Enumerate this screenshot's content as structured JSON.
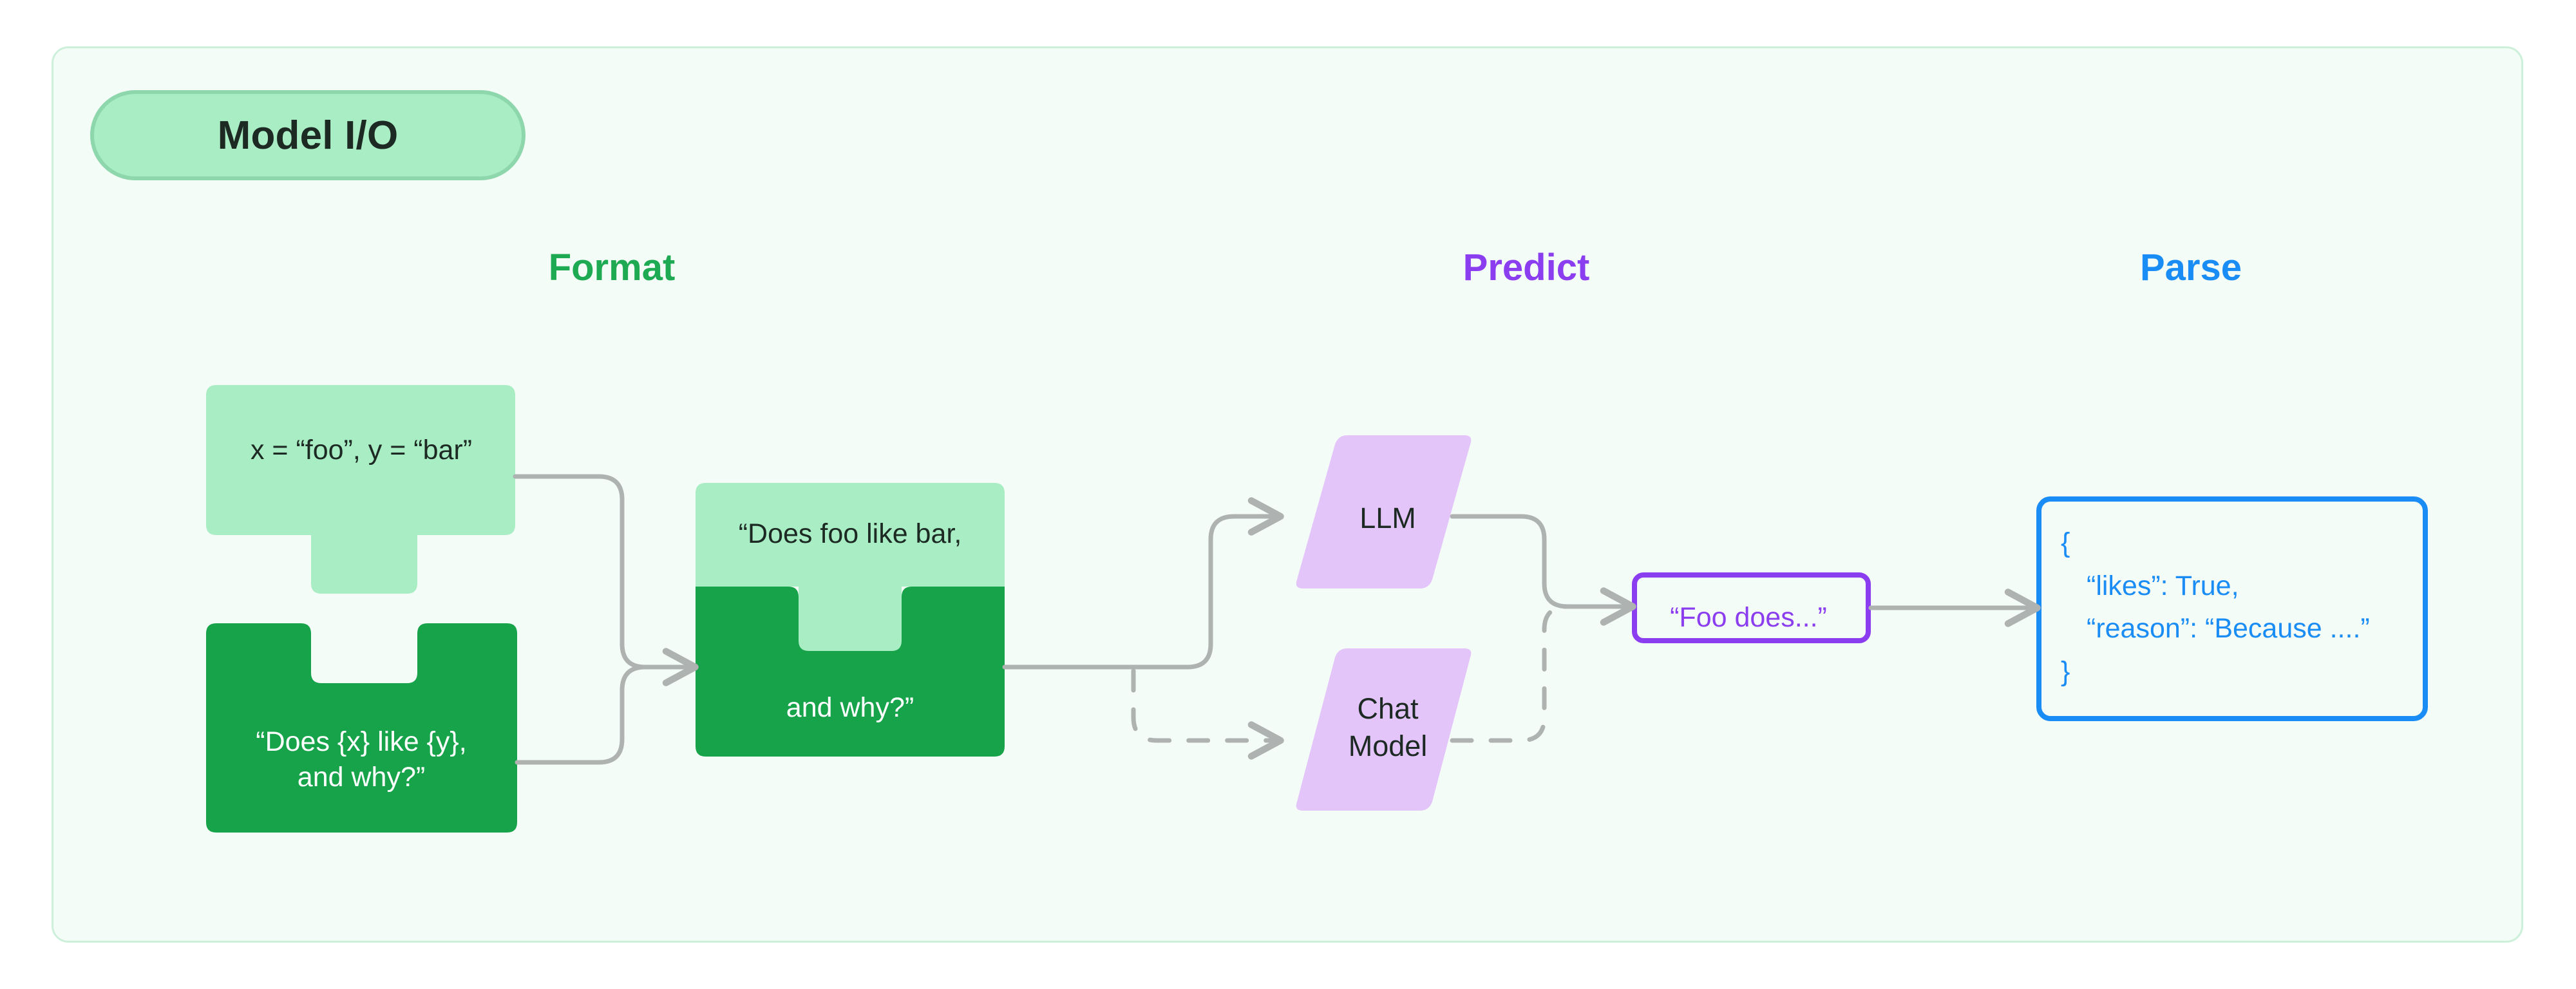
{
  "diagram": {
    "title": "Model I/O",
    "background_color": "#f4fcf7",
    "border_color": "#cdf0da"
  },
  "badge": {
    "label": "Model I/O",
    "fill": "#a8edc3",
    "border": "#8ed6ab"
  },
  "columns": [
    {
      "id": "format",
      "label": "Format",
      "color": "#1eaa52"
    },
    {
      "id": "predict",
      "label": "Predict",
      "color": "#8b3ef0"
    },
    {
      "id": "parse",
      "label": "Parse",
      "color": "#1a8cf5"
    }
  ],
  "nodes": {
    "variables": {
      "name": "variables-puzzle-piece",
      "text": "x = “foo”, y = “bar”",
      "fill": "#a8edc3",
      "text_color": "#1d2a24"
    },
    "template": {
      "name": "template-puzzle-piece",
      "text": "“Does {x} like {y},\nand why?”",
      "fill": "#17a34a",
      "text_color": "#ffffff"
    },
    "combined_top": {
      "name": "combined-piece-top",
      "text": "“Does foo like bar,",
      "fill": "#a8edc3",
      "text_color": "#1d2a24"
    },
    "combined_bottom": {
      "name": "combined-piece-bottom",
      "text": "and why?”",
      "fill": "#17a34a",
      "text_color": "#ffffff"
    },
    "llm": {
      "name": "llm-parallelogram",
      "text": "LLM",
      "fill": "#e4c5fa",
      "text_color": "#231633"
    },
    "chat_model": {
      "name": "chat-model-parallelogram",
      "text": "Chat\nModel",
      "fill": "#e4c5fa",
      "text_color": "#231633"
    },
    "output": {
      "name": "model-output-box",
      "text": "“Foo does...”",
      "border": "#8b3ef0",
      "text_color": "#8b3ef0"
    },
    "parsed": {
      "name": "parsed-json-box",
      "border": "#1a8cf5",
      "text_color": "#1a8cf5",
      "lines": [
        "{",
        "“likes”: True,",
        "“reason”: “Because ....”",
        "}"
      ]
    }
  },
  "connectors": {
    "stroke": "#aeb2b0",
    "edges": [
      {
        "from": "variables",
        "to": "combined",
        "style": "solid"
      },
      {
        "from": "template",
        "to": "combined",
        "style": "solid"
      },
      {
        "from": "combined",
        "to": "llm",
        "style": "solid"
      },
      {
        "from": "combined",
        "to": "chat_model",
        "style": "dashed"
      },
      {
        "from": "llm",
        "to": "output",
        "style": "solid"
      },
      {
        "from": "chat_model",
        "to": "output",
        "style": "dashed"
      },
      {
        "from": "output",
        "to": "parsed",
        "style": "solid"
      }
    ]
  }
}
